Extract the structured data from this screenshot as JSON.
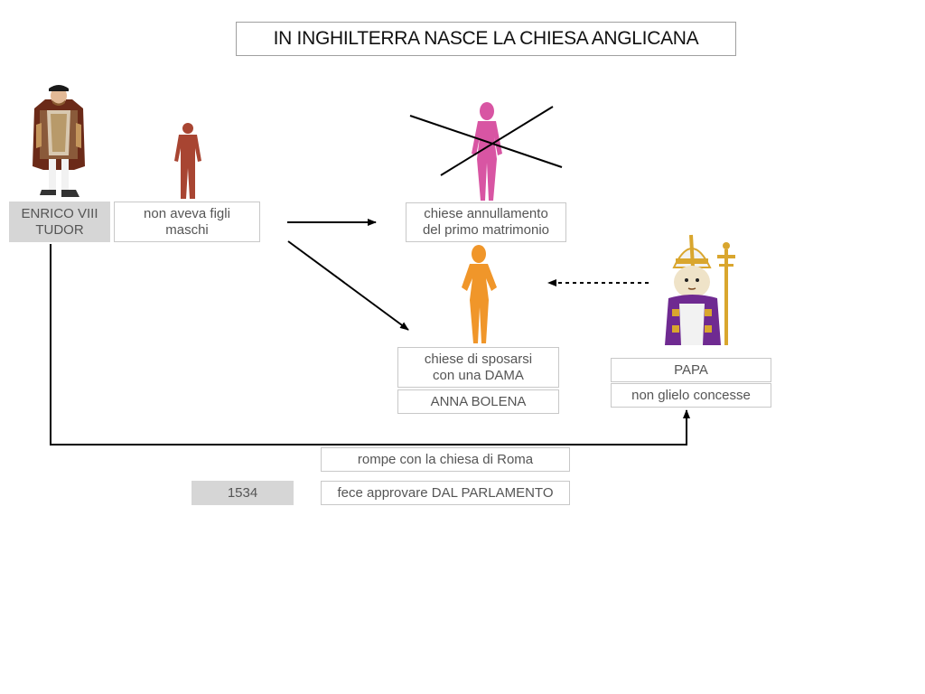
{
  "title": "IN INGHILTERRA NASCE LA CHIESA ANGLICANA",
  "boxes": {
    "enrico": "ENRICO VIII\nTUDOR",
    "no_sons": "non aveva figli\nmaschi",
    "annulment": "chiese annullamento\ndel primo matrimonio",
    "marry_lady": "chiese di sposarsi\ncon una DAMA",
    "anna": "ANNA BOLENA",
    "papa": "PAPA",
    "refused": "non glielo concesse",
    "break_rome": "rompe con la chiesa di Roma",
    "year": "1534",
    "parliament": "fece approvare DAL PARLAMENTO"
  },
  "colors": {
    "man_figure": "#a84532",
    "first_wife_figure": "#d855a3",
    "anna_figure": "#f0962a",
    "pope_robe": "#6f2a91",
    "pope_mitre": "#f2f2f2",
    "gold": "#d9a62e",
    "gray_box": "#d6d6d6"
  },
  "icons": {
    "king": "portrait-of-henry-viii",
    "man": "man-silhouette",
    "woman_crossed": "crossed-out-woman-silhouette",
    "woman": "woman-silhouette",
    "pope": "pope-cartoon"
  }
}
